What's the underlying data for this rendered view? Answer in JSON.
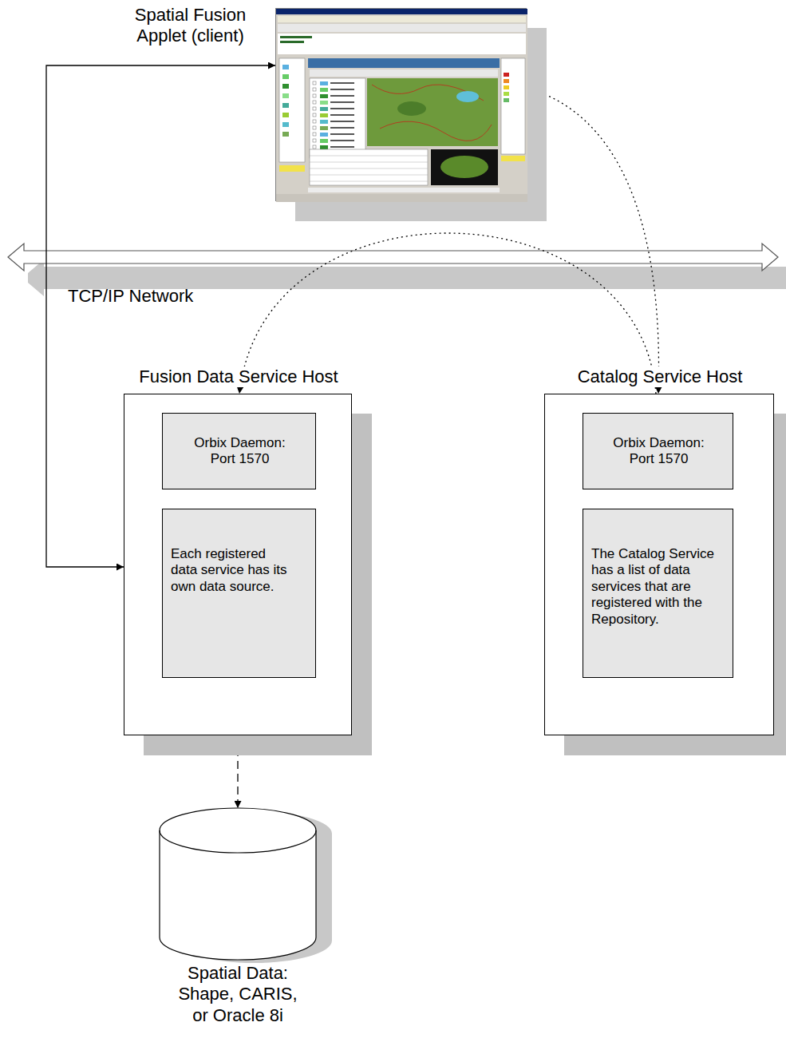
{
  "diagram": {
    "nodes": [
      {
        "text": [
          "Spatial Fusion Applet (client)"
        ]
      },
      {
        "text": [
          "Fusion Data Service Host"
        ]
      },
      {
        "text": [
          "Orbix Daemon: Port 1570"
        ],
        "in": 1
      },
      {
        "text": [
          "Each registered data service has its own data source."
        ],
        "in": 1
      },
      {
        "text": [
          "Catalog Service Host"
        ]
      },
      {
        "text": [
          "Orbix Daemon: Port 1570"
        ],
        "in": 4
      },
      {
        "text": [
          "The Catalog Service has a list of data services that are registered with the Repository."
        ],
        "in": 4
      },
      {
        "text": [
          "Spatial Data: Shape, CARIS, or Oracle 8i"
        ]
      }
    ],
    "edges": [
      {
        "from": 0,
        "to": 1,
        "arrow": "both"
      },
      {
        "from": 0,
        "to": 4,
        "arrow": "to"
      },
      {
        "from": 4,
        "to": 1,
        "arrow": "to"
      },
      {
        "from": 1,
        "to": 7,
        "arrow": "to"
      }
    ],
    "labels": [
      "TCP/IP Network"
    ]
  }
}
